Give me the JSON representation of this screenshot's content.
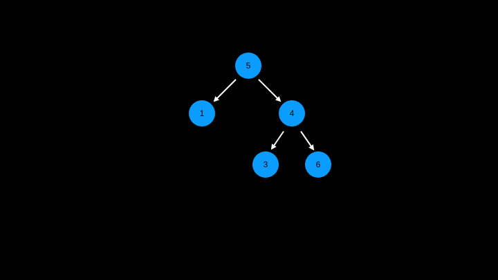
{
  "tree": {
    "node_color": "#0A9DFF",
    "edge_color": "#FFFFFF",
    "label_color": "#000000",
    "background": "#000000",
    "nodes": [
      {
        "id": "n5",
        "label": "5"
      },
      {
        "id": "n1",
        "label": "1"
      },
      {
        "id": "n4",
        "label": "4"
      },
      {
        "id": "n3",
        "label": "3"
      },
      {
        "id": "n6",
        "label": "6"
      }
    ],
    "edges": [
      {
        "from": "n5",
        "to": "n1"
      },
      {
        "from": "n5",
        "to": "n4"
      },
      {
        "from": "n4",
        "to": "n3"
      },
      {
        "from": "n4",
        "to": "n6"
      }
    ]
  }
}
